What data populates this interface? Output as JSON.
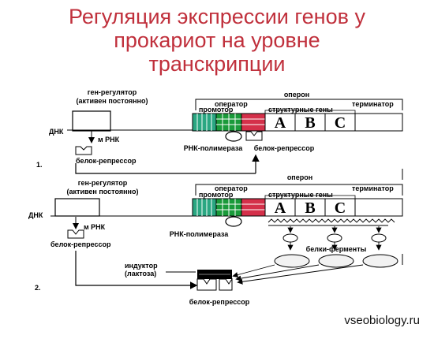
{
  "title": {
    "line1": "Регуляция экспрессии генов у",
    "line2": "прокариот на уровне",
    "line3": "транскрипции"
  },
  "labels": {
    "gene_regulator": "ген-регулятор",
    "always_active": "(активен постоянно)",
    "dna": "ДНК",
    "m_rna": "м РНК",
    "repressor_protein": "белок-репрессор",
    "operon": "оперон",
    "operator": "оператор",
    "promoter": "промотор",
    "terminator": "терминатор",
    "structural_genes": "структурные гены",
    "rna_polymerase": "РНК-полимераза",
    "enzymes": "белки-ферменты",
    "inducer": "индуктор",
    "lactose": "(лактоза)",
    "step1": "1.",
    "step2": "2."
  },
  "genes": [
    "A",
    "B",
    "C"
  ],
  "colors": {
    "title": "#c0303c",
    "promoter": "#2aa782",
    "operator": "#1a9a3a",
    "repressor_site": "#d4304a"
  },
  "watermark": "vseobiology.ru"
}
